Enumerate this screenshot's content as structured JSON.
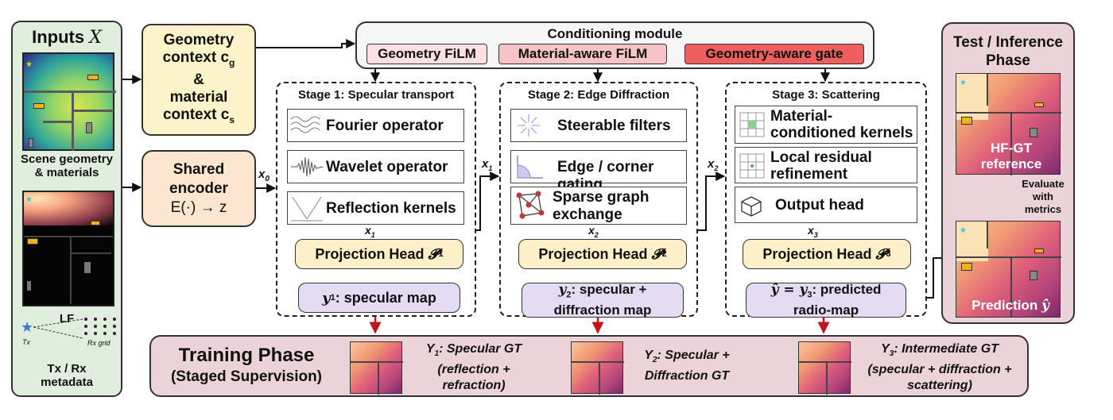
{
  "inputs": {
    "title": "Inputs",
    "title_var": "X",
    "scene_caption_1": "Scene geometry",
    "scene_caption_2": "& materials",
    "lf_caption": "LF",
    "tx_label": "Tx",
    "rx_label": "Rx grid",
    "meta_caption_1": "Tx / Rx",
    "meta_caption_2": "metadata"
  },
  "context": {
    "line1": "Geometry",
    "line2": "context c",
    "line2_sub": "g",
    "line3": "&",
    "line4": "material",
    "line5": "context c",
    "line5_sub": "s"
  },
  "encoder": {
    "line1": "Shared",
    "line2": "encoder",
    "line3": "E(·) → z",
    "x0_label": "x",
    "x0_sub": "0"
  },
  "conditioning": {
    "title": "Conditioning module",
    "items": [
      {
        "label": "Geometry FiLM",
        "color": "#fbe1e3"
      },
      {
        "label": "Material-aware FiLM",
        "color": "#f6c3c6"
      },
      {
        "label": "Geometry-aware gate",
        "color": "#ef5f5f"
      }
    ]
  },
  "stages": [
    {
      "title": "Stage 1: Specular transport",
      "ops": [
        "Fourier operator",
        "Wavelet operator",
        "Reflection kernels"
      ],
      "icons": [
        "fourier-waves-icon",
        "wavelet-icon",
        "reflection-icon"
      ],
      "x_label": "x",
      "x_sub": "1",
      "projection": "Projection Head",
      "projection_sym": "𝓟",
      "projection_sub": "1",
      "output_var": "y",
      "output_sub": "1",
      "output_line1": ": specular map",
      "output_line2": ""
    },
    {
      "title": "Stage 2: Edge Diffraction",
      "ops": [
        "Steerable filters",
        "Edge / corner gating",
        "Sparse graph exchange"
      ],
      "icons": [
        "steerable-filter-icon",
        "edge-gating-icon",
        "graph-icon"
      ],
      "x_label": "x",
      "x_sub": "2",
      "projection": "Projection Head",
      "projection_sym": "𝓟",
      "projection_sub": "2",
      "output_var": "y",
      "output_sub": "2",
      "output_line1": ": specular +",
      "output_line2": "diffraction map"
    },
    {
      "title": "Stage 3: Scattering",
      "ops": [
        "Material-conditioned kernels",
        "Local residual refinement",
        "Output head"
      ],
      "icons": [
        "material-grid-icon",
        "residual-grid-icon",
        "cube-icon"
      ],
      "x_label": "x",
      "x_sub": "3",
      "projection": "Projection Head",
      "projection_sym": "𝓟",
      "projection_sub": "3",
      "output_var": "ŷ = y",
      "output_sub": "3",
      "output_line1": ": predicted",
      "output_line2": "radio-map"
    }
  ],
  "training": {
    "title": "Training Phase",
    "subtitle": "(Staged Supervision)",
    "targets": [
      {
        "var": "Y",
        "sub": "1",
        "line1": ": Specular GT",
        "line2": "(reflection +",
        "line3": "refraction)"
      },
      {
        "var": "Y",
        "sub": "2",
        "line1": ": Specular +",
        "line2": "Diffraction GT",
        "line3": ""
      },
      {
        "var": "Y",
        "sub": "3",
        "line1": ": Intermediate GT",
        "line2": "(specular + diffraction +",
        "line3": "scattering)"
      }
    ]
  },
  "test": {
    "title_1": "Test / Inference",
    "title_2": "Phase",
    "reference_1": "HF-GT",
    "reference_2": "reference",
    "evaluate_1": "Evaluate",
    "evaluate_2": "with",
    "evaluate_3": "metrics",
    "prediction": "Prediction",
    "prediction_var": "ŷ"
  },
  "colors": {
    "red_arrow": "#c0151b",
    "gate": "#ef5f5f"
  }
}
